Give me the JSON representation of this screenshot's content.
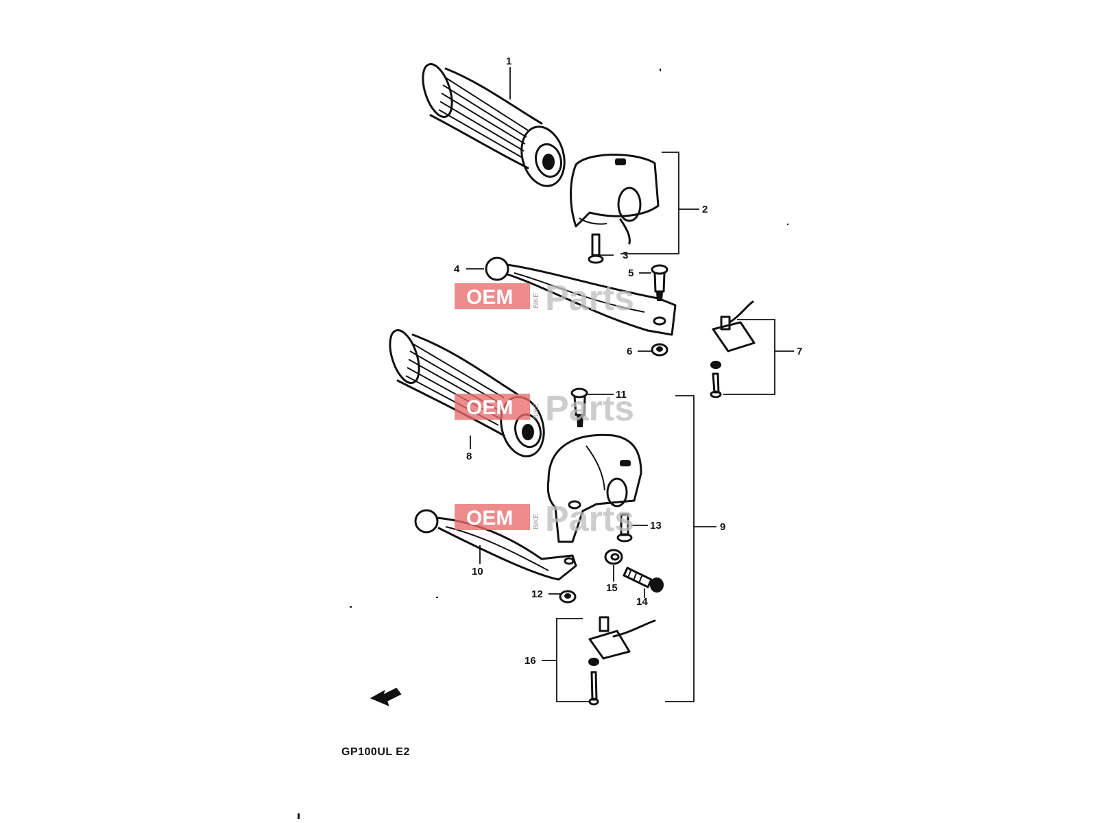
{
  "diagram": {
    "model_code": "GP100UL E2",
    "callouts": [
      "1",
      "2",
      "3",
      "4",
      "5",
      "6",
      "7",
      "8",
      "9",
      "10",
      "11",
      "12",
      "13",
      "14",
      "15",
      "16"
    ]
  },
  "watermark": {
    "oem": "OEM",
    "bike": "BIKE",
    "parts": "Parts",
    "box_color": "#e76b6b"
  }
}
